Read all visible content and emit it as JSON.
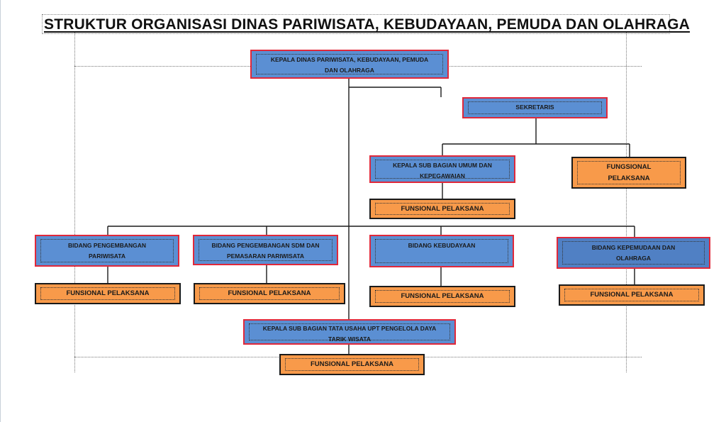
{
  "title": "STRUKTUR ORGANISASI DINAS PARIWISATA, KEBUDAYAAN, PEMUDA DAN OLAHRAGA",
  "kepala_dinas": "KEPALA DINAS PARIWISATA,  KEBUDAYAAN, PEMUDA DAN OLAHRAGA",
  "sekretaris": "SEKRETARIS",
  "kasubag_umum": "KEPALA SUB BAGIAN UMUM DAN KEPEGAWAIAN",
  "fungsional_top": "FUNGSIONAL PELAKSANA",
  "fungsional_umum": "FUNSIONAL PELAKSANA",
  "bidang": [
    {
      "label": "BIDANG PENGEMBANGAN PARIWISATA",
      "fungsional": "FUNSIONAL PELAKSANA"
    },
    {
      "label": "BIDANG PENGEMBANGAN SDM DAN PEMASARAN PARIWISATA",
      "fungsional": "FUNSIONAL PELAKSANA"
    },
    {
      "label": "BIDANG KEBUDAYAAN",
      "fungsional": "FUNSIONAL PELAKSANA"
    },
    {
      "label": "BIDANG KEPEMUDAAN DAN OLAHRAGA",
      "fungsional": "FUNSIONAL PELAKSANA"
    }
  ],
  "upt": "KEPALA SUB BAGIAN TATA USAHA UPT PENGELOLA DAYA TARIK WISATA",
  "fungsional_upt": "FUNSIONAL PELAKSANA",
  "colors": {
    "box_blue": "#5b8fd3",
    "box_orange": "#f89a4a",
    "border_red": "#e0283a",
    "border_black": "#1a1a1a"
  }
}
